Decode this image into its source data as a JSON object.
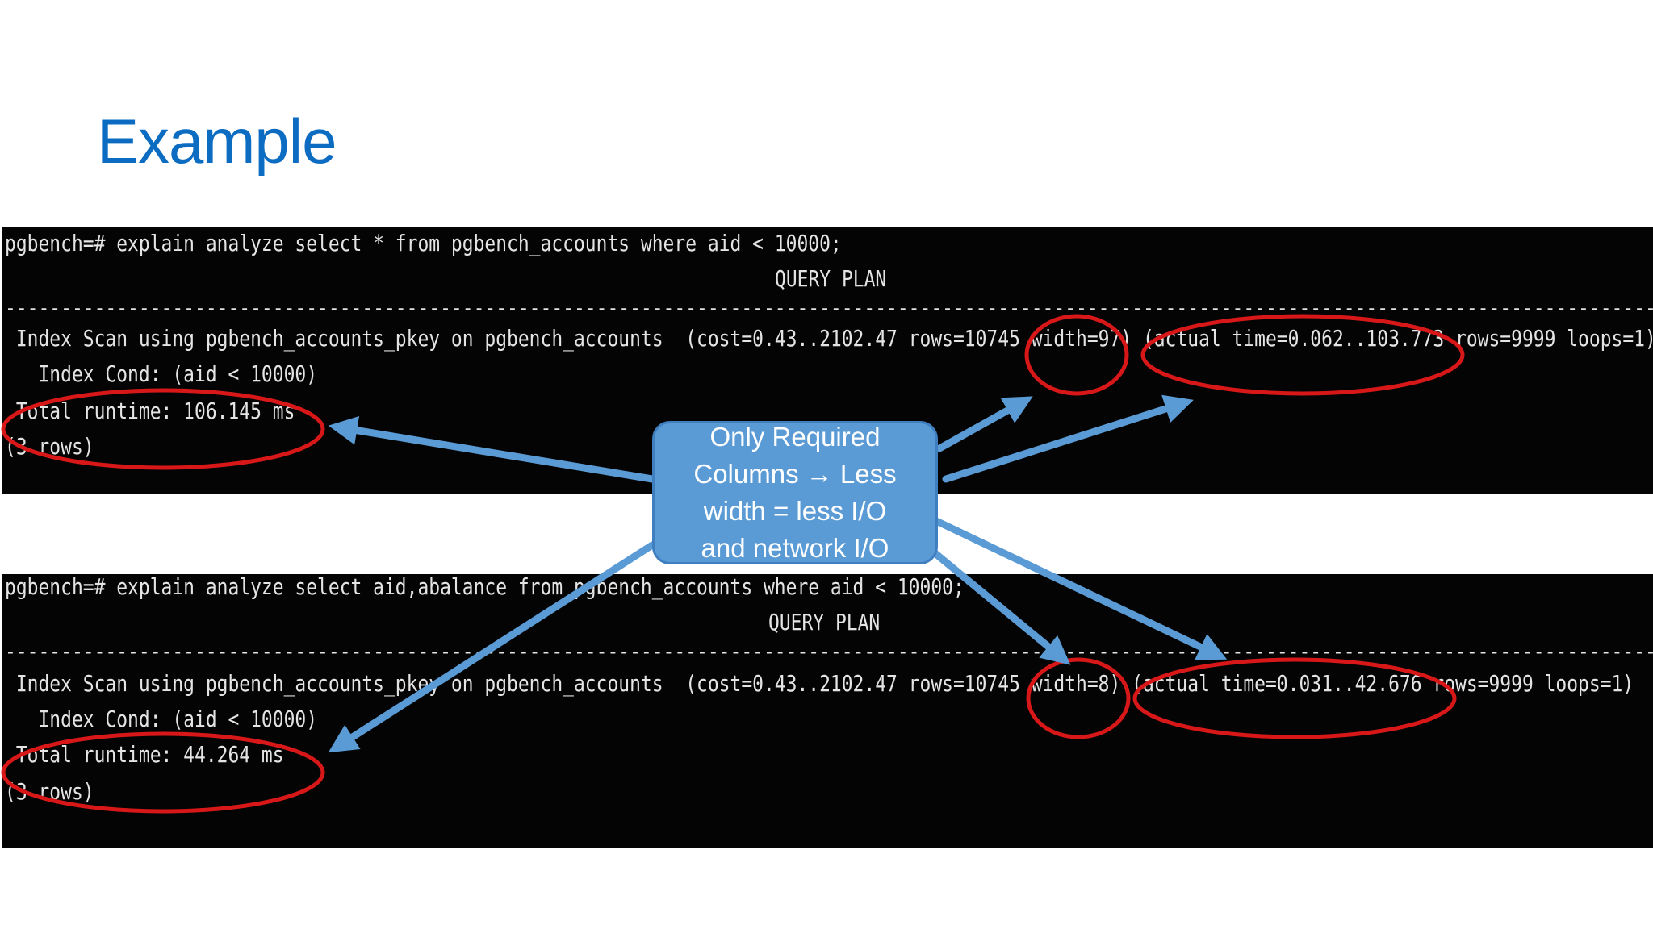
{
  "slide": {
    "title": "Example"
  },
  "query_before": {
    "command": "pgbench=# explain analyze select * from pgbench_accounts where aid < 10000;",
    "header": "QUERY PLAN",
    "separator": "-----------------------------------------------------------------------------------------------------------------------------------------------------------------------------------------------------------------------------",
    "plan_line": " Index Scan using pgbench_accounts_pkey on pgbench_accounts  (cost=0.43..2102.47 rows=10745 width=97) (actual time=0.062..103.773 rows=9999 loops=1)",
    "cond_line": "   Index Cond: (aid < 10000)",
    "runtime_line": " Total runtime: 106.145 ms",
    "rows_line": "(3 rows)"
  },
  "query_after": {
    "command": "pgbench=# explain analyze select aid,abalance from pgbench_accounts where aid < 10000;",
    "header": "QUERY PLAN",
    "separator": "-----------------------------------------------------------------------------------------------------------------------------------------------------------------------------------------------------------------------------",
    "plan_line": " Index Scan using pgbench_accounts_pkey on pgbench_accounts  (cost=0.43..2102.47 rows=10745 width=8) (actual time=0.031..42.676 rows=9999 loops=1)",
    "cond_line": "   Index Cond: (aid < 10000)",
    "runtime_line": " Total runtime: 44.264 ms",
    "rows_line": "(3 rows)"
  },
  "callout": {
    "lines": [
      "Only Required",
      "Columns → Less",
      "width = less I/O",
      "and network I/O"
    ]
  },
  "colors": {
    "title": "#0b6cc1",
    "terminal_bg": "#040404",
    "terminal_text": "#e4e4e4",
    "highlight_ellipse": "#d81818",
    "arrow": "#5b9bd5"
  }
}
